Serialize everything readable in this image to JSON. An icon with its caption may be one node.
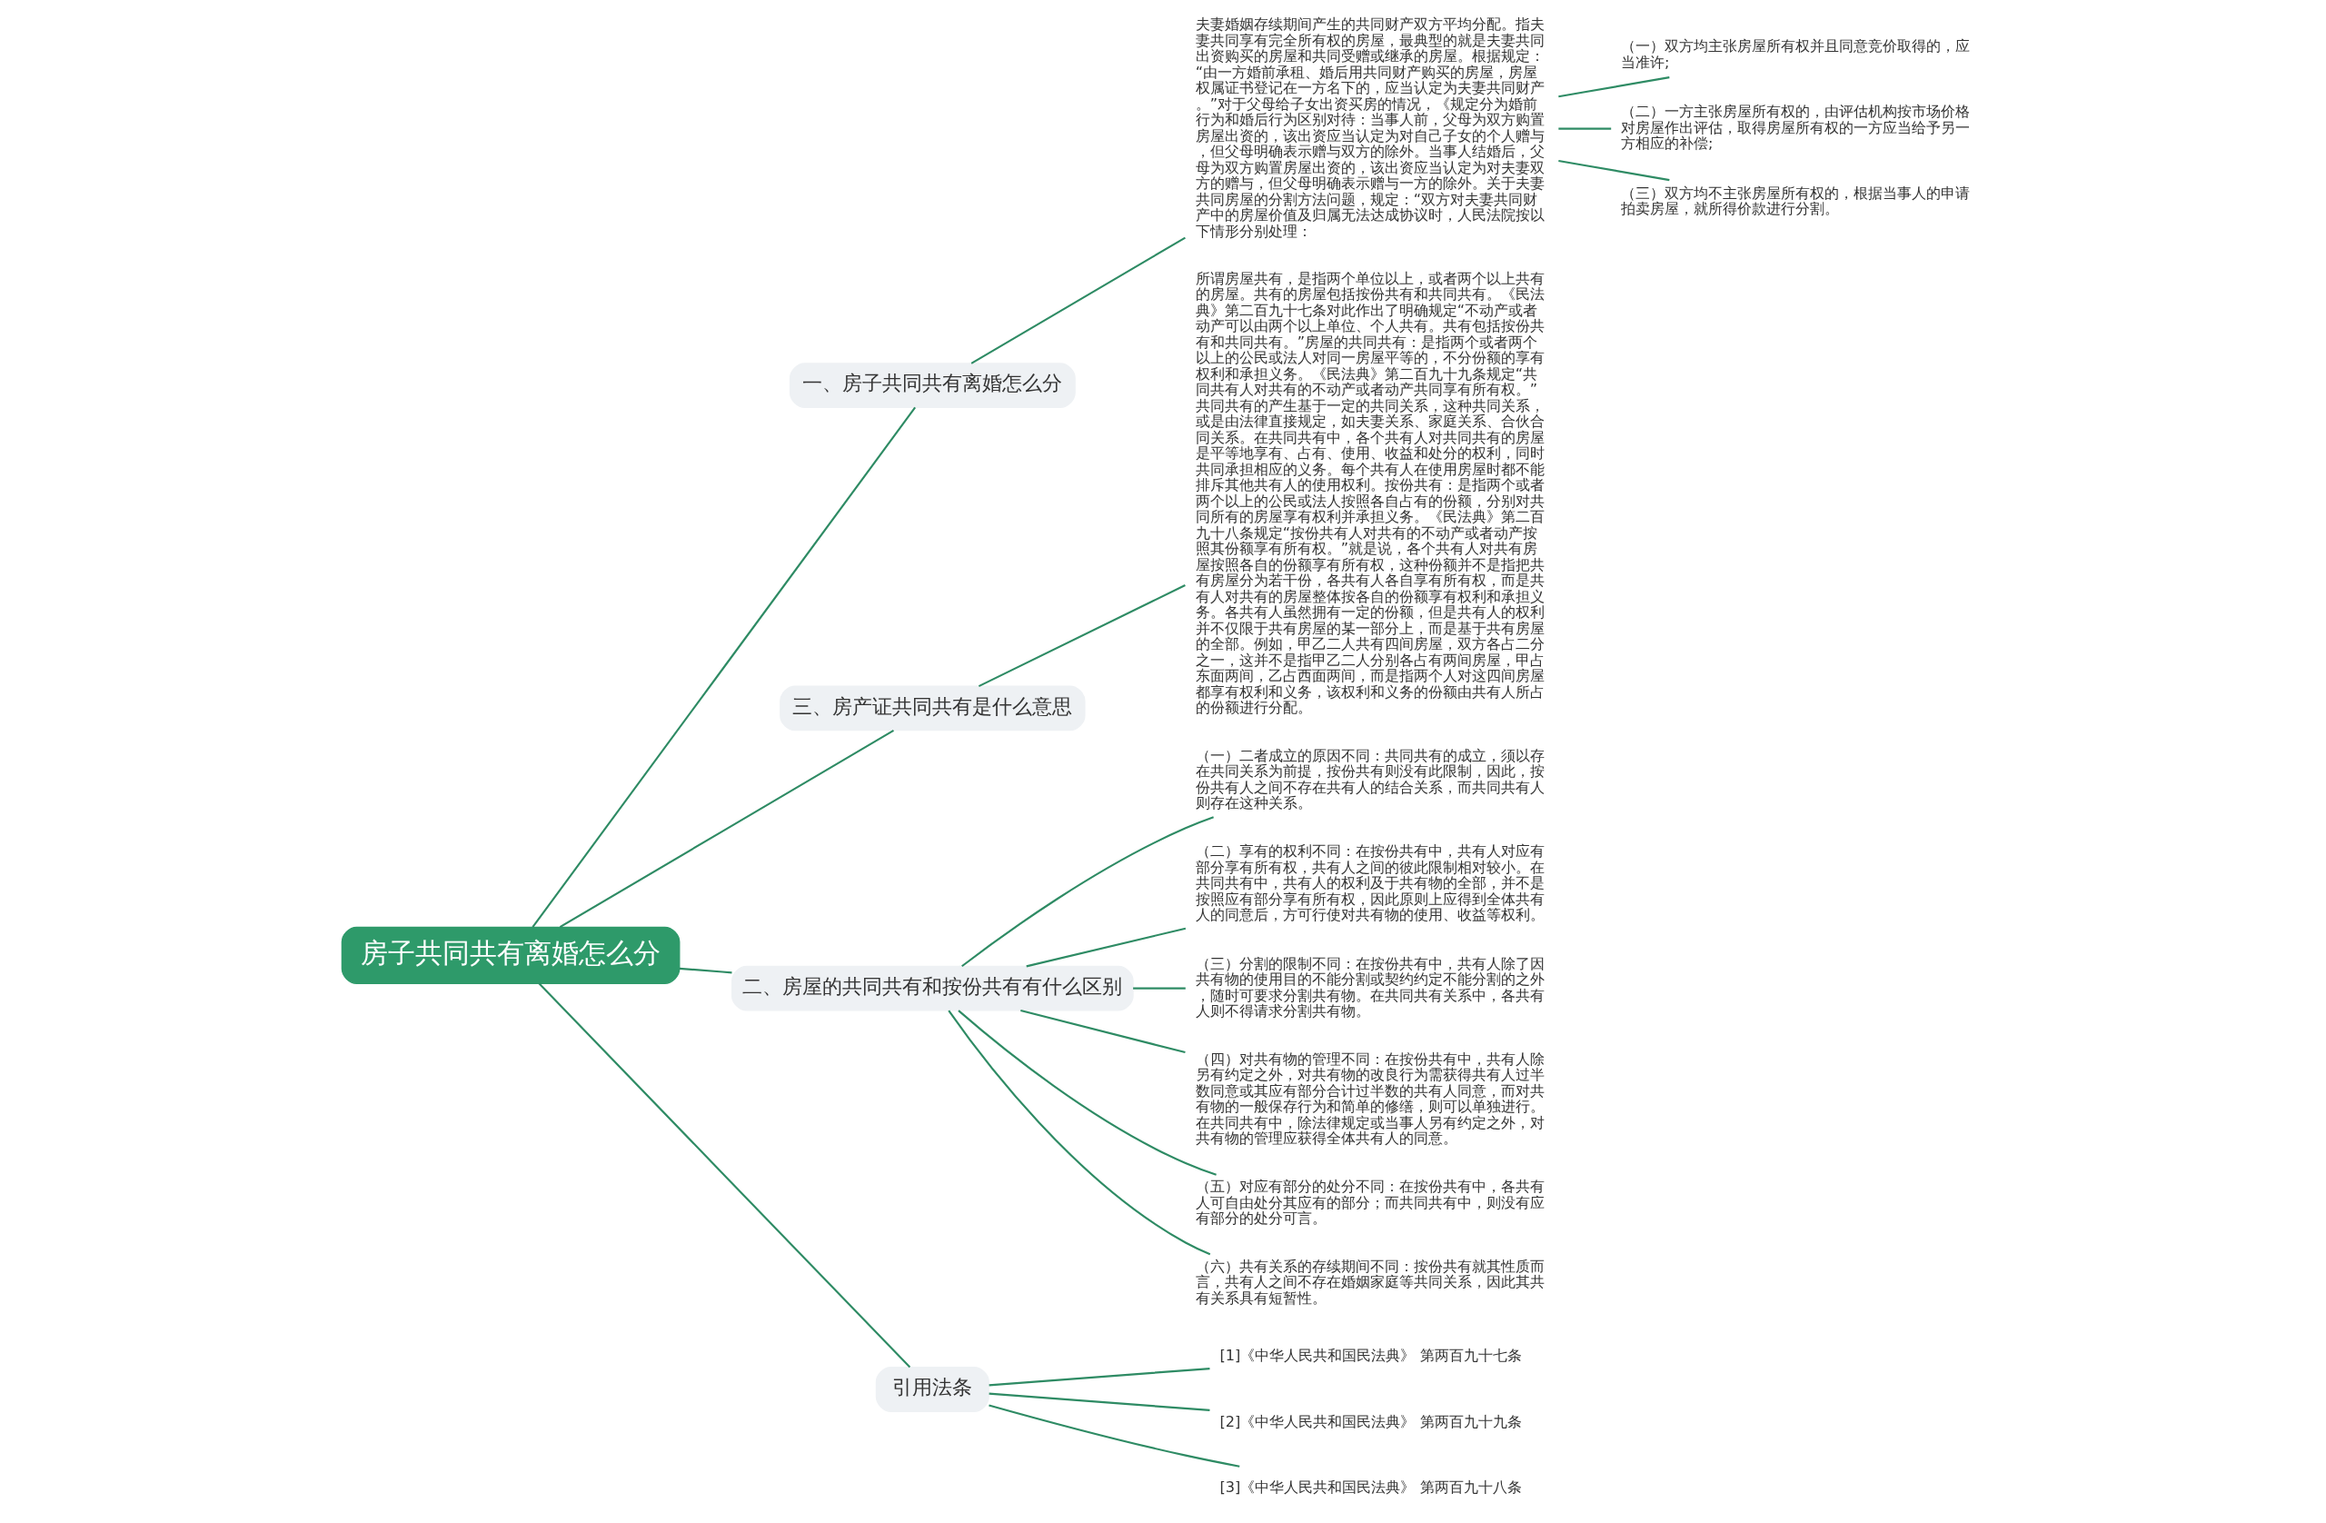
{
  "diagram": {
    "nodes": [
      {
        "text": [
          "房子共同共有离婚怎么分"
        ]
      },
      {
        "text": [
          "一、房子共同共有离婚怎么分"
        ]
      },
      {
        "text": [
          "夫妻婚姻存续期间产生的共同财产双方平均分配。指夫妻共同享有完全所有权的房屋，最典型的就是夫妻共同出资购买的房屋和共同受赠或继承的房屋。根据规定：“由一方婚前承租、婚后用共同财产购买的房屋，房屋权属证书登记在一方名下的，应当认定为夫妻共同财产。”对于父母给子女出资买房的情况，《规定分为婚前行为和婚后行为区别对待：当事人前，父母为双方购置房屋出资的，该出资应当认定为对自己子女的个人赠与，但父母明确表示赠与双方的除外。当事人结婚后，父母为双方购置房屋出资的，该出资应当认定为对夫妻双方的赠与，但父母明确表示赠与一方的除外。关于夫妻共同房屋的分割方法问题，规定：“双方对夫妻共同财产中的房屋价值及归属无法达成协议时，人民法院按以下情形分别处理："
        ]
      },
      {
        "text": [
          "（一）双方均主张房屋所有权并且同意竞价取得的，应当准许;"
        ]
      },
      {
        "text": [
          "（二）一方主张房屋所有权的，由评估机构按市场价格对房屋作出评估，取得房屋所有权的一方应当给予另一方相应的补偿;"
        ]
      },
      {
        "text": [
          "（三）双方均不主张房屋所有权的，根据当事人的申请拍卖房屋，就所得价款进行分割。"
        ]
      },
      {
        "text": [
          "三、房产证共同共有是什么意思"
        ]
      },
      {
        "text": [
          "所谓房屋共有，是指两个单位以上，或者两个以上共有的房屋。共有的房屋包括按份共有和共同共有。《民法典》第二百九十七条对此作出了明确规定“不动产或者动产可以由两个以上单位、个人共有。共有包括按份共有和共同共有。”房屋的共同共有：是指两个或者两个以上的公民或法人对同一房屋平等的，不分份额的享有权利和承担义务。《民法典》第二百九十九条规定“共同共有人对共有的不动产或者动产共同享有所有权。”共同共有的产生基于一定的共同关系，这种共同关系，或是由法律直接规定，如夫妻关系、家庭关系、合伙合同关系。在共同共有中，各个共有人对共同共有的房屋是平等地享有、占有、使用、收益和处分的权利，同时共同承担相应的义务。每个共有人在使用房屋时都不能排斥其他共有人的使用权利。按份共有：是指两个或者两个以上的公民或法人按照各自占有的份额，分别对共同所有的房屋享有权利并承担义务。《民法典》第二百九十八条规定“按份共有人对共有的不动产或者动产按照其份额享有所有权。”就是说，各个共有人对共有房屋按照各自的份额享有所有权，这种份额并不是指把共有房屋分为若干份，各共有人各自享有所有权，而是共有人对共有的房屋整体按各自的份额享有权利和承担义务。各共有人虽然拥有一定的份额，但是共有人的权利并不仅限于共有房屋的某一部分上，而是基于共有房屋的全部。例如，甲乙二人共有四间房屋，双方各占二分之一，这并不是指甲乙二人分别各占有两间房屋，甲占东面两间，乙占西面两间，而是指两个人对这四间房屋都享有权利和义务，该权利和义务的份额由共有人所占的份额进行分配。"
        ]
      },
      {
        "text": [
          "二、房屋的共同共有和按份共有有什么区别"
        ]
      },
      {
        "text": [
          "（一）二者成立的原因不同：共同共有的成立，须以存在共同关系为前提，按份共有则没有此限制，因此，按份共有人之间不存在共有人的结合关系，而共同共有人则存在这种关系。"
        ]
      },
      {
        "text": [
          "（二）享有的权利不同：在按份共有中，共有人对应有部分享有所有权，共有人之间的彼此限制相对较小。在共同共有中，共有人的权利及于共有物的全部，并不是按照应有部分享有所有权，因此原则上应得到全体共有人的同意后，方可行使对共有物的使用、收益等权利。"
        ]
      },
      {
        "text": [
          "（三）分割的限制不同：在按份共有中，共有人除了因共有物的使用目的不能分割或契约约定不能分割的之外，随时可要求分割共有物。在共同共有关系中，各共有人则不得请求分割共有物。"
        ]
      },
      {
        "text": [
          "（四）对共有物的管理不同：在按份共有中，共有人除另有约定之外，对共有物的改良行为需获得共有人过半数同意或其应有部分合计过半数的共有人同意，而对共有物的一般保存行为和简单的修缮，则可以单独进行。在共同共有中，除法律规定或当事人另有约定之外，对共有物的管理应获得全体共有人的同意。"
        ]
      },
      {
        "text": [
          "（五）对应有部分的处分不同：在按份共有中，各共有人可自由处分其应有的部分；而共同共有中，则没有应有部分的处分可言。"
        ]
      },
      {
        "text": [
          "（六）共有关系的存续期间不同：按份共有就其性质而言，共有人之间不存在婚姻家庭等共同关系，因此其共有关系具有短暂性。"
        ]
      },
      {
        "text": [
          "引用法条"
        ]
      },
      {
        "text": [
          "[1]《中华人民共和国民法典》 第两百九十七条"
        ]
      },
      {
        "text": [
          "[2]《中华人民共和国民法典》 第两百九十九条"
        ]
      },
      {
        "text": [
          "[3]《中华人民共和国民法典》 第两百九十八条"
        ]
      }
    ],
    "edges": [
      {
        "from": 0,
        "to": 1,
        "arrow": "none"
      },
      {
        "from": 1,
        "to": 2,
        "arrow": "none"
      },
      {
        "from": 2,
        "to": 3,
        "arrow": "none"
      },
      {
        "from": 2,
        "to": 4,
        "arrow": "none"
      },
      {
        "from": 2,
        "to": 5,
        "arrow": "none"
      },
      {
        "from": 0,
        "to": 6,
        "arrow": "none"
      },
      {
        "from": 6,
        "to": 7,
        "arrow": "none"
      },
      {
        "from": 0,
        "to": 8,
        "arrow": "none"
      },
      {
        "from": 8,
        "to": 9,
        "arrow": "none"
      },
      {
        "from": 8,
        "to": 10,
        "arrow": "none"
      },
      {
        "from": 8,
        "to": 11,
        "arrow": "none"
      },
      {
        "from": 8,
        "to": 12,
        "arrow": "none"
      },
      {
        "from": 8,
        "to": 13,
        "arrow": "none"
      },
      {
        "from": 8,
        "to": 14,
        "arrow": "none"
      },
      {
        "from": 0,
        "to": 15,
        "arrow": "none"
      },
      {
        "from": 15,
        "to": 16,
        "arrow": "none"
      },
      {
        "from": 15,
        "to": 17,
        "arrow": "none"
      },
      {
        "from": 15,
        "to": 18,
        "arrow": "none"
      }
    ]
  }
}
